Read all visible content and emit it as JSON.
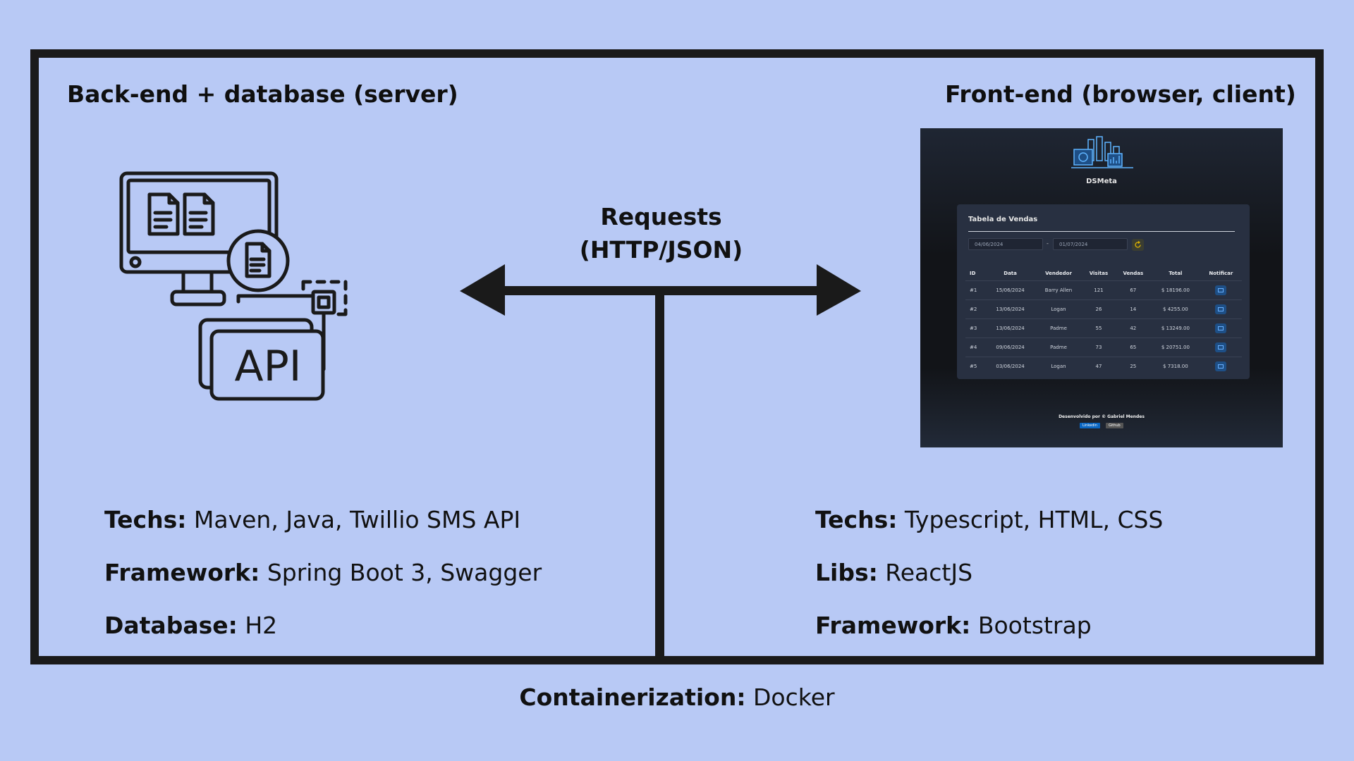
{
  "backend": {
    "heading": "Back-end + database (server)",
    "icon": "api-server-icon",
    "api_text": "API",
    "techs_label": "Techs:",
    "techs_value": " Maven, Java, Twillio SMS API",
    "framework_label": "Framework:",
    "framework_value": " Spring Boot 3, Swagger",
    "database_label": "Database:",
    "database_value": " H2"
  },
  "frontend": {
    "heading": "Front-end (browser, client)",
    "techs_label": "Techs:",
    "techs_value": " Typescript, HTML, CSS",
    "libs_label": "Libs:",
    "libs_value": " ReactJS",
    "framework_label": "Framework:",
    "framework_value": " Bootstrap"
  },
  "connector": {
    "line1": "Requests",
    "line2": "(HTTP/JSON)",
    "icon": "double-arrow-icon"
  },
  "bottom": {
    "label": "Containerization:",
    "value": " Docker"
  },
  "app_screenshot": {
    "app_name": "DSMeta",
    "card_title": "Tabela de Vendas",
    "date_from": "04/06/2024",
    "date_to": "01/07/2024",
    "date_separator": "-",
    "columns": [
      "ID",
      "Data",
      "Vendedor",
      "Visitas",
      "Vendas",
      "Total",
      "Notificar"
    ],
    "rows": [
      [
        "#1",
        "15/06/2024",
        "Barry Allen",
        "121",
        "67",
        "$ 18196.00"
      ],
      [
        "#2",
        "13/06/2024",
        "Logan",
        "26",
        "14",
        "$ 4255.00"
      ],
      [
        "#3",
        "13/06/2024",
        "Padme",
        "55",
        "42",
        "$ 13249.00"
      ],
      [
        "#4",
        "09/06/2024",
        "Padme",
        "73",
        "65",
        "$ 20751.00"
      ],
      [
        "#5",
        "03/06/2024",
        "Logan",
        "47",
        "25",
        "$ 7318.00"
      ]
    ],
    "footer": "Desenvolvido por © Gabriel Mendes",
    "linkedin_label": "Linkedin",
    "github_label": "Github",
    "colors": {
      "background": "#121418",
      "card": "#283041",
      "accent": "#1e4f86",
      "refresh": "#e0b400"
    }
  },
  "colors": {
    "page_background": "#b8c9f5",
    "frame": "#1a1a1a"
  }
}
